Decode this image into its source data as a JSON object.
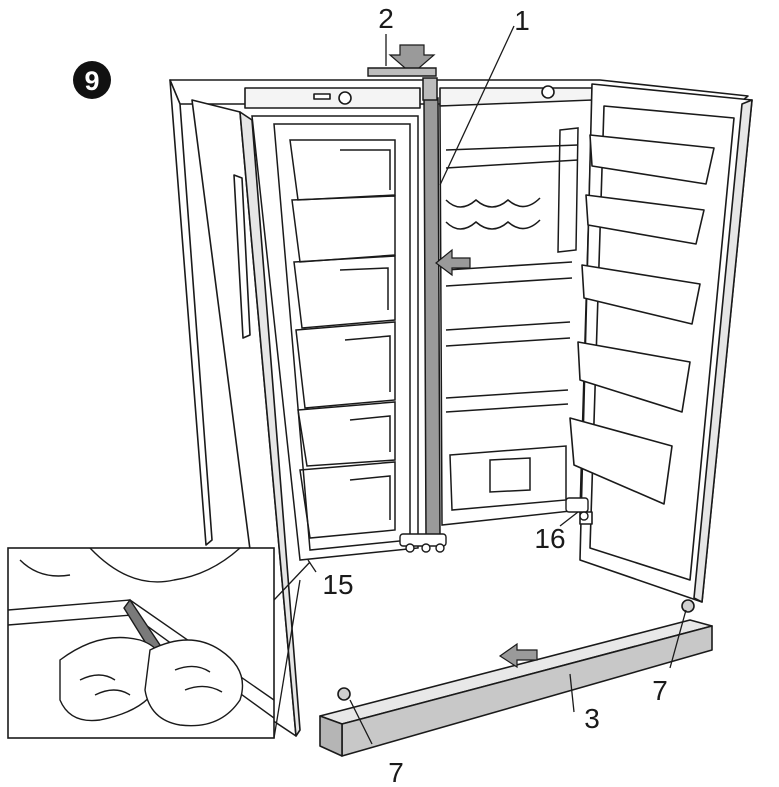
{
  "figure": {
    "step_number": "9",
    "callouts": {
      "c1": "1",
      "c2": "2",
      "c3": "3",
      "c7_right": "7",
      "c7_left": "7",
      "c15": "15",
      "c16": "16"
    }
  },
  "colors": {
    "line": "#1a1a1a",
    "arrow_fill": "#9a9a9a",
    "plinth_fill": "#c8c8c8",
    "step_badge": "#111111"
  }
}
